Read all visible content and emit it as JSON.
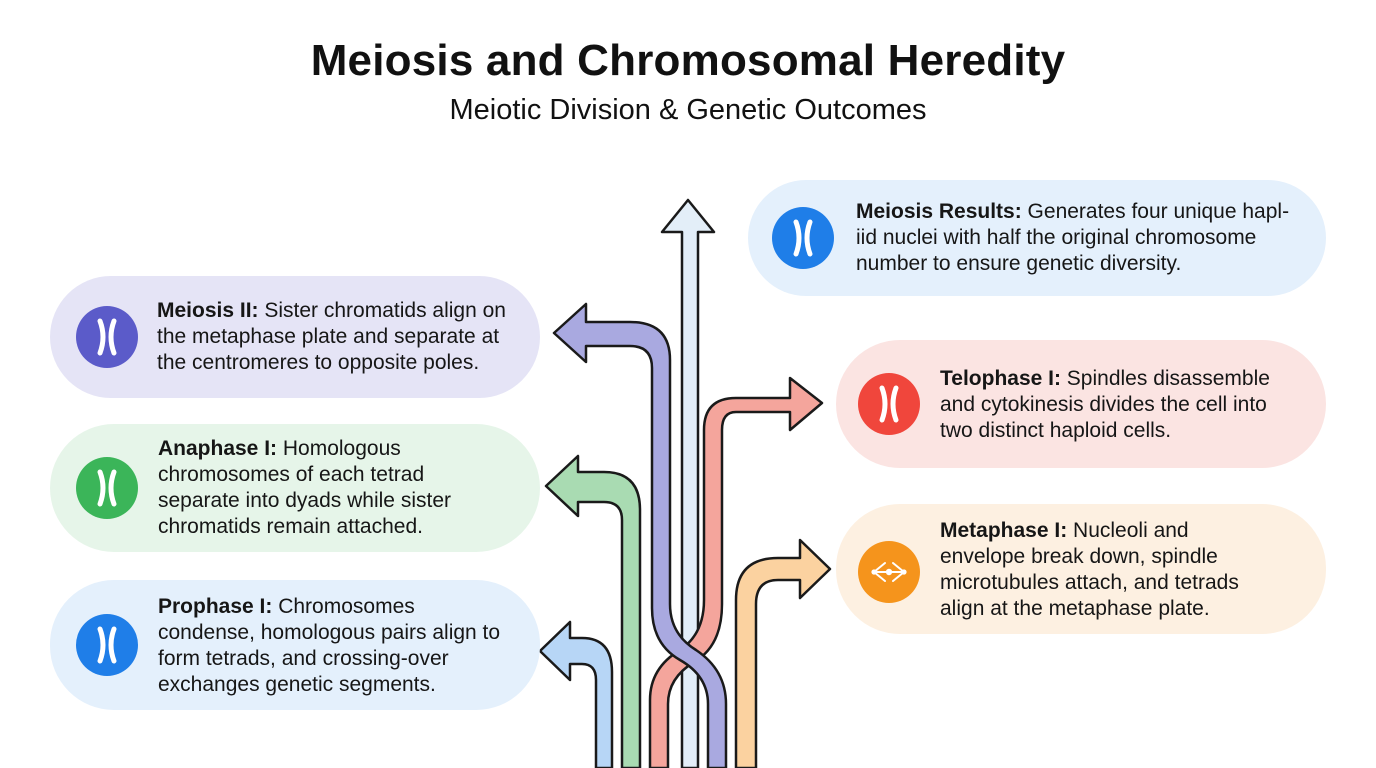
{
  "header": {
    "title": "Meiosis and Chromosomal Heredity",
    "subtitle": "Meiotic Division & Genetic Outcomes"
  },
  "cards": {
    "meiosis_results": {
      "label": "Meiosis Results:",
      "line1": " Generates four unique hapl-",
      "line2": "iid nuclei with half the original chromosome",
      "line3": "number to ensure genetic diversity.",
      "icon": "chromosome-icon",
      "color": "#1f7ee8"
    },
    "meiosis_ii": {
      "label": "Meiosis II:",
      "line1": " Sister chromatids align on",
      "line2": "the metaphase plate and separate at",
      "line3": "the centromeres to opposite poles.",
      "icon": "chromosome-icon",
      "color": "#5b5bc9"
    },
    "telophase_i": {
      "label": "Telophase I:",
      "line1": " Spindles disassemble",
      "line2": "and cytokinesis divides the cell into",
      "line3": "two distinct haploid cells.",
      "icon": "chromosome-icon",
      "color": "#f0463c"
    },
    "anaphase_i": {
      "label": "Anaphase I:",
      "line1": " Homologous",
      "line2": "chromosomes of each tetrad",
      "line3": "separate into dyads while sister",
      "line4": "chromatids remain attached.",
      "icon": "chromosome-icon",
      "color": "#3bb559"
    },
    "metaphase_i": {
      "label": "Metaphase I:",
      "line1": " Nucleoli and",
      "line2": "envelope break down, spindle",
      "line3": "microtubules attach, and tetrads",
      "line4": "align at the metaphase plate.",
      "icon": "spindle-icon",
      "color": "#f5941c"
    },
    "prophase_i": {
      "label": "Prophase I:",
      "line1": " Chromosomes",
      "line2": "condense, homologous pairs align to",
      "line3": "form tetrads, and crossing-over",
      "line4": "exchanges genetic segments.",
      "icon": "chromosome-icon",
      "color": "#1f7ee8"
    }
  },
  "arrow_colors": {
    "center": "#e3eef8",
    "purple": "#a9a9e0",
    "red": "#f4a59c",
    "green": "#a9dbb2",
    "orange": "#fbd2a0",
    "blue": "#b7d6f6"
  }
}
